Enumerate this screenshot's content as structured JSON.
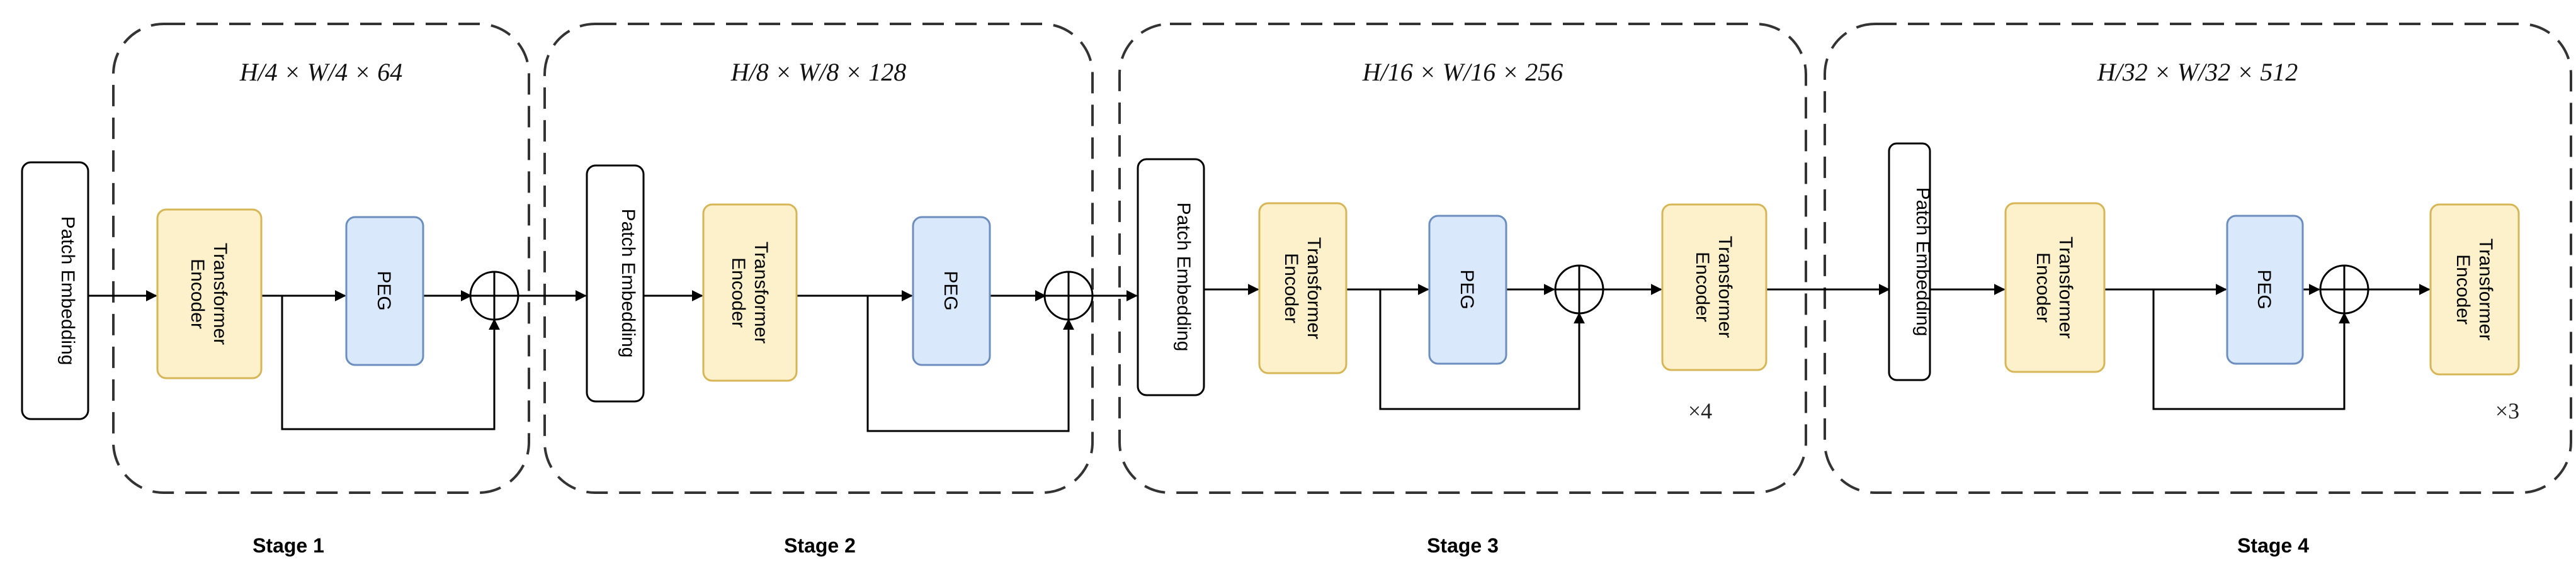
{
  "stages": [
    {
      "label": "Stage 1",
      "dims": "H/4 × W/4 × 64",
      "repeat": ""
    },
    {
      "label": "Stage 2",
      "dims": "H/8 × W/8 × 128",
      "repeat": ""
    },
    {
      "label": "Stage 3",
      "dims": "H/16 × W/16 × 256",
      "repeat": "×4"
    },
    {
      "label": "Stage 4",
      "dims": "H/32 × W/32 × 512",
      "repeat": "×3"
    }
  ],
  "blocks": {
    "patch_embedding": "Patch Embedding",
    "transformer_encoder_line1": "Transformer",
    "transformer_encoder_line2": "Encoder",
    "peg": "PEG"
  },
  "colors": {
    "encoder_fill": "#fdf1cc",
    "encoder_stroke": "#d6b656",
    "peg_fill": "#dae8fc",
    "peg_stroke": "#6c8ebf",
    "patch_fill": "#ffffff",
    "line": "#000000",
    "dash": "#333333"
  }
}
